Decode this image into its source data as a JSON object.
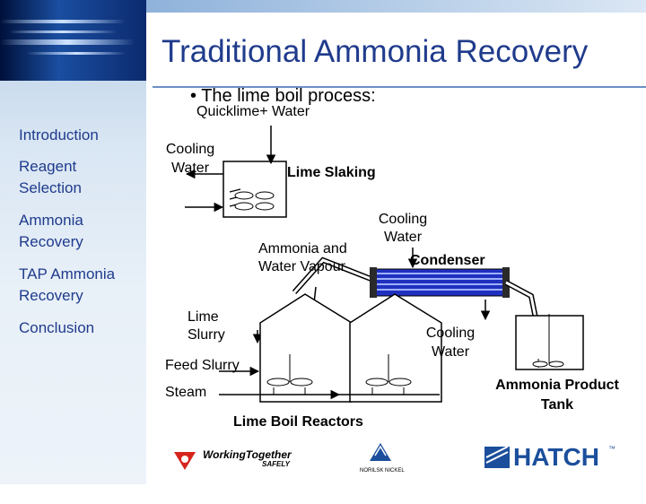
{
  "slide": {
    "title": "Traditional Ammonia Recovery",
    "bullet": "• The lime boil process:"
  },
  "sidebar": {
    "items": [
      {
        "label": "Introduction",
        "style": "plain"
      },
      {
        "label": "Reagent Selection",
        "style": "plain"
      },
      {
        "label": "Ammonia Recovery",
        "style": "highlight"
      },
      {
        "label": "TAP Ammonia Recovery",
        "style": "plain"
      },
      {
        "label": "Conclusion",
        "style": "plain"
      }
    ]
  },
  "diagram": {
    "quicklime_water": "Quicklime+ Water",
    "cooling_water_1": "Cooling Water",
    "lime_slaking": "Lime Slaking",
    "cooling_water_2": "Cooling Water",
    "condenser": "Condenser",
    "ammonia_water_vapour": "Ammonia and Water Vapour",
    "lime_slurry": "Lime Slurry",
    "cooling_water_3": "Cooling Water",
    "feed_slurry": "Feed Slurry",
    "steam": "Steam",
    "lime_boil_reactors": "Lime Boil Reactors",
    "ammonia_product_tank": "Ammonia Product Tank"
  },
  "footer": {
    "working_together": "WorkingTogether",
    "safely": "SAFELY",
    "norilsk": "NORILSK NICKEL",
    "hatch": "HATCH",
    "tm": "™"
  },
  "colors": {
    "title": "#1f3b8c",
    "nav_plain": "#1f3b8c",
    "nav_highlight": "#1f3b8c",
    "hatch_blue": "#1b4f9c",
    "condenser_blue": "#1f2fbf",
    "safety_red": "#d6241d"
  }
}
